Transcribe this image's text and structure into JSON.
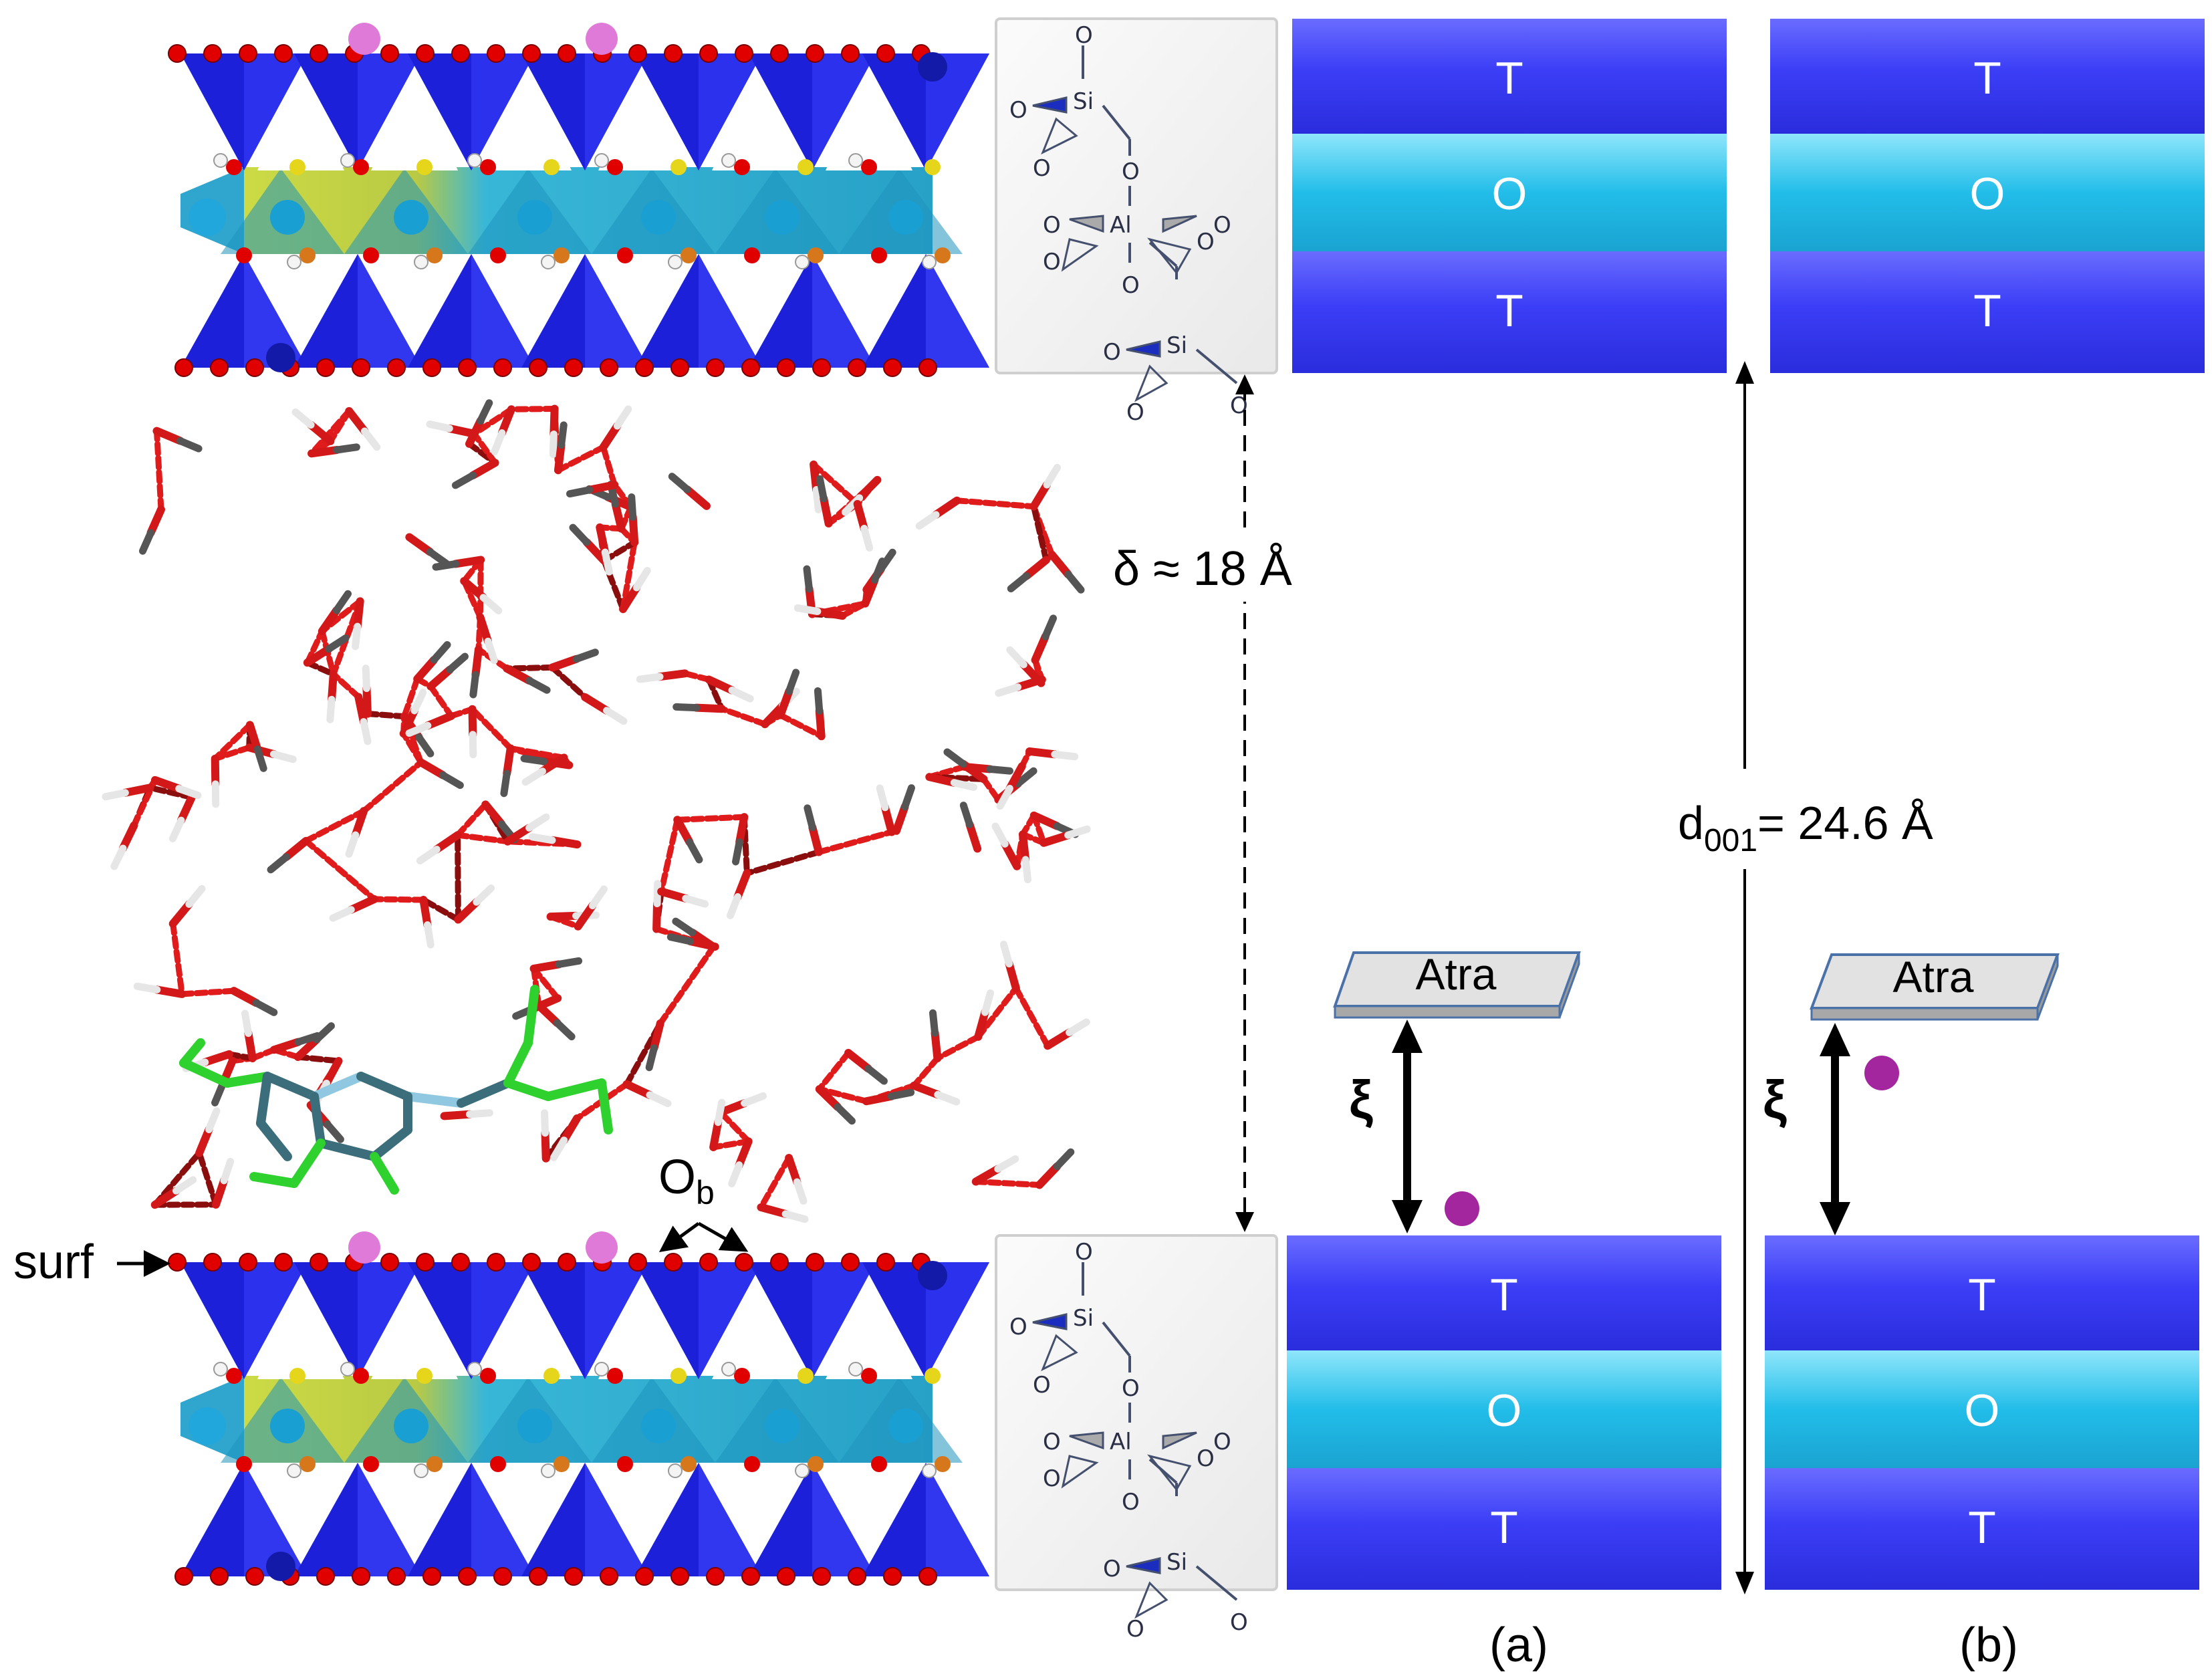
{
  "colors": {
    "tetrahedral": "#3a3ef5",
    "octahedral": "#1fb7e4",
    "atra_box": "#d9d9d9",
    "ion": "#a3269e",
    "water_bond": "#e01b1b",
    "background": "#ffffff"
  },
  "structure": {
    "surf_label": "surf",
    "ob_label_main": "O",
    "ob_label_sub": "b"
  },
  "middle": {
    "delta_label": "δ ≈ 18 Å",
    "inset_atoms": {
      "si": "Si",
      "al": "Al",
      "o": "O"
    }
  },
  "schematic": {
    "layer_labels": [
      "T",
      "O",
      "T"
    ],
    "atra_label": "Atra",
    "xi_label": "ξ",
    "d001_main": "d",
    "d001_sub": "001",
    "d001_value": "= 24.6 Å",
    "panel_a_label": "(a)",
    "panel_b_label": "(b)"
  }
}
